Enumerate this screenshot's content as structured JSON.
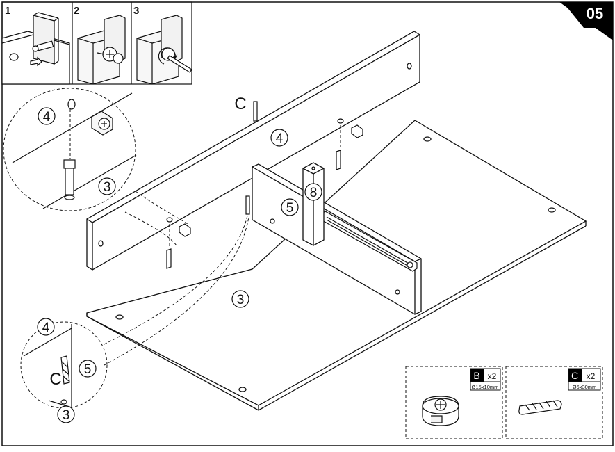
{
  "step": {
    "number": "05"
  },
  "substeps": [
    {
      "label": "1"
    },
    {
      "label": "2"
    },
    {
      "label": "3"
    }
  ],
  "panels": {
    "p4_top": "4",
    "p4_side": "4",
    "p3_main": "3",
    "p5_main": "5",
    "p8": "8",
    "dowel_top": "C",
    "d1_4": "4",
    "d1_3": "3",
    "d2_4": "4",
    "d2_5": "5",
    "d2_3": "3",
    "d2_c": "C"
  },
  "parts": [
    {
      "code": "B",
      "qty": "x2",
      "size": "Ø15x10mm",
      "name": "cam-lock-fitting"
    },
    {
      "code": "C",
      "qty": "x2",
      "size": "Ø6x30mm",
      "name": "wooden-dowel"
    }
  ],
  "colors": {
    "ink": "#111111",
    "badge": "#000000",
    "paper": "#ffffff",
    "face": "#f2f2f2"
  }
}
